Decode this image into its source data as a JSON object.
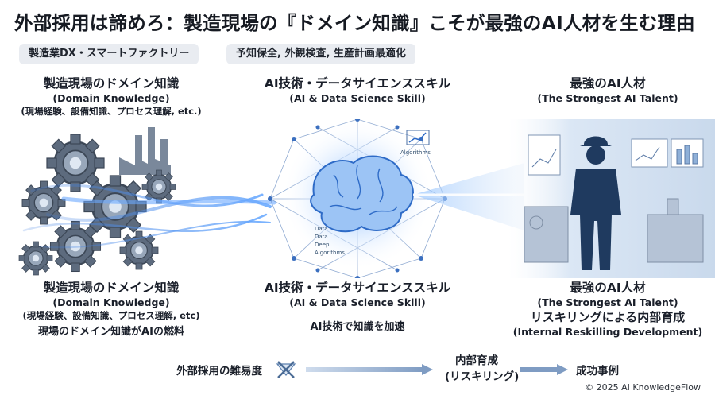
{
  "title": "外部採用は諦めろ：製造現場の『ドメイン知識』こそが最強のAI人材を生む理由",
  "tags": [
    "製造業DX・スマートファクトリー",
    "予知保全, 外観検査, 生産計画最適化"
  ],
  "top": {
    "domain": {
      "jp": "製造現場のドメイン知識",
      "en": "(Domain Knowledge)",
      "sub": "(現場経験、設備知識、プロセス理解, etc.)"
    },
    "ai": {
      "jp": "AI技術・データサイエンススキル",
      "en": "(AI & Data Science Skill)"
    },
    "talent": {
      "jp": "最強のAI人材",
      "en": "(The Strongest AI Talent)"
    }
  },
  "bottom": {
    "domain": {
      "jp": "製造現場のドメイン知識",
      "en": "(Domain Knowledge)",
      "sub": "(現場経験、設備知識、プロセス理解, etc)",
      "note": "現場のドメイン知識がAIの燃料"
    },
    "ai": {
      "jp": "AI技術・データサイエンススキル",
      "en": "(AI & Data Science Skill)",
      "note": "AI技術で知識を加速"
    },
    "talent": {
      "jp": "最強のAI人材",
      "en": "(The Strongest AI Talent)",
      "note_jp": "リスキリングによる内部育成",
      "note_en": "(Internal Reskilling Development)"
    }
  },
  "art": {
    "brain_labels": [
      "Algorithms",
      "Data",
      "Data",
      "Deep",
      "Algorithms"
    ]
  },
  "flow": {
    "step1": "外部採用の難易度",
    "step2_a": "内部育成",
    "step2_b": "(リスキリング)",
    "step3": "成功事例"
  },
  "copyright": "© 2025 AI KnowledgeFlow",
  "colors": {
    "accent": "#2f6fd0",
    "glow": "#7fb6ff",
    "dark": "#22364f"
  }
}
